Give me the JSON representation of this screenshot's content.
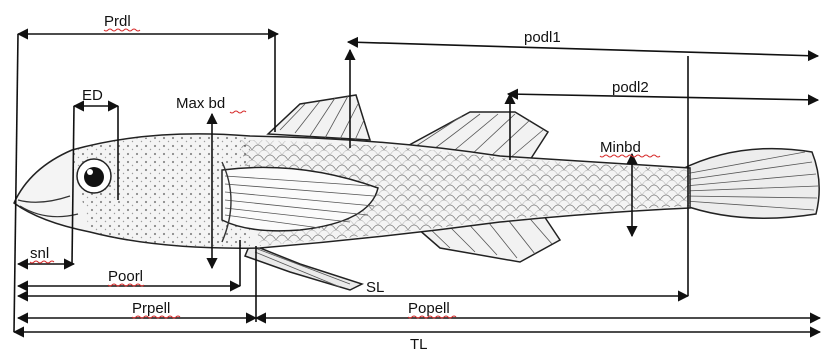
{
  "figure": {
    "labels": {
      "prdl": "Prdl",
      "ed": "ED",
      "max_bd": "Max bd",
      "podl1": "podl1",
      "podl2": "podl2",
      "minbd": "Minbd",
      "snl": "snl",
      "poorl": "Poorl",
      "sl": "SL",
      "prpell": "Prpell",
      "popell": "Popell",
      "tl": "TL"
    },
    "subject": "fish-illustration",
    "colors": {
      "line": "#111111",
      "spellcheck_underline": "#d62b2b"
    }
  }
}
